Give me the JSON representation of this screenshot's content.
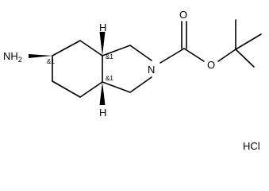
{
  "molecule": {
    "atoms": {
      "amine": "NH",
      "amine_sub": "2",
      "ring_nitrogen": "N",
      "carbonyl_oxygen": "O",
      "ester_oxygen": "O",
      "stereo_h_top": "H",
      "stereo_h_bottom": "H"
    },
    "stereo_labels": {
      "amine_carbon": "&1",
      "top_bridgehead": "&1",
      "bottom_bridgehead": "&1"
    },
    "salt": "HCl"
  }
}
